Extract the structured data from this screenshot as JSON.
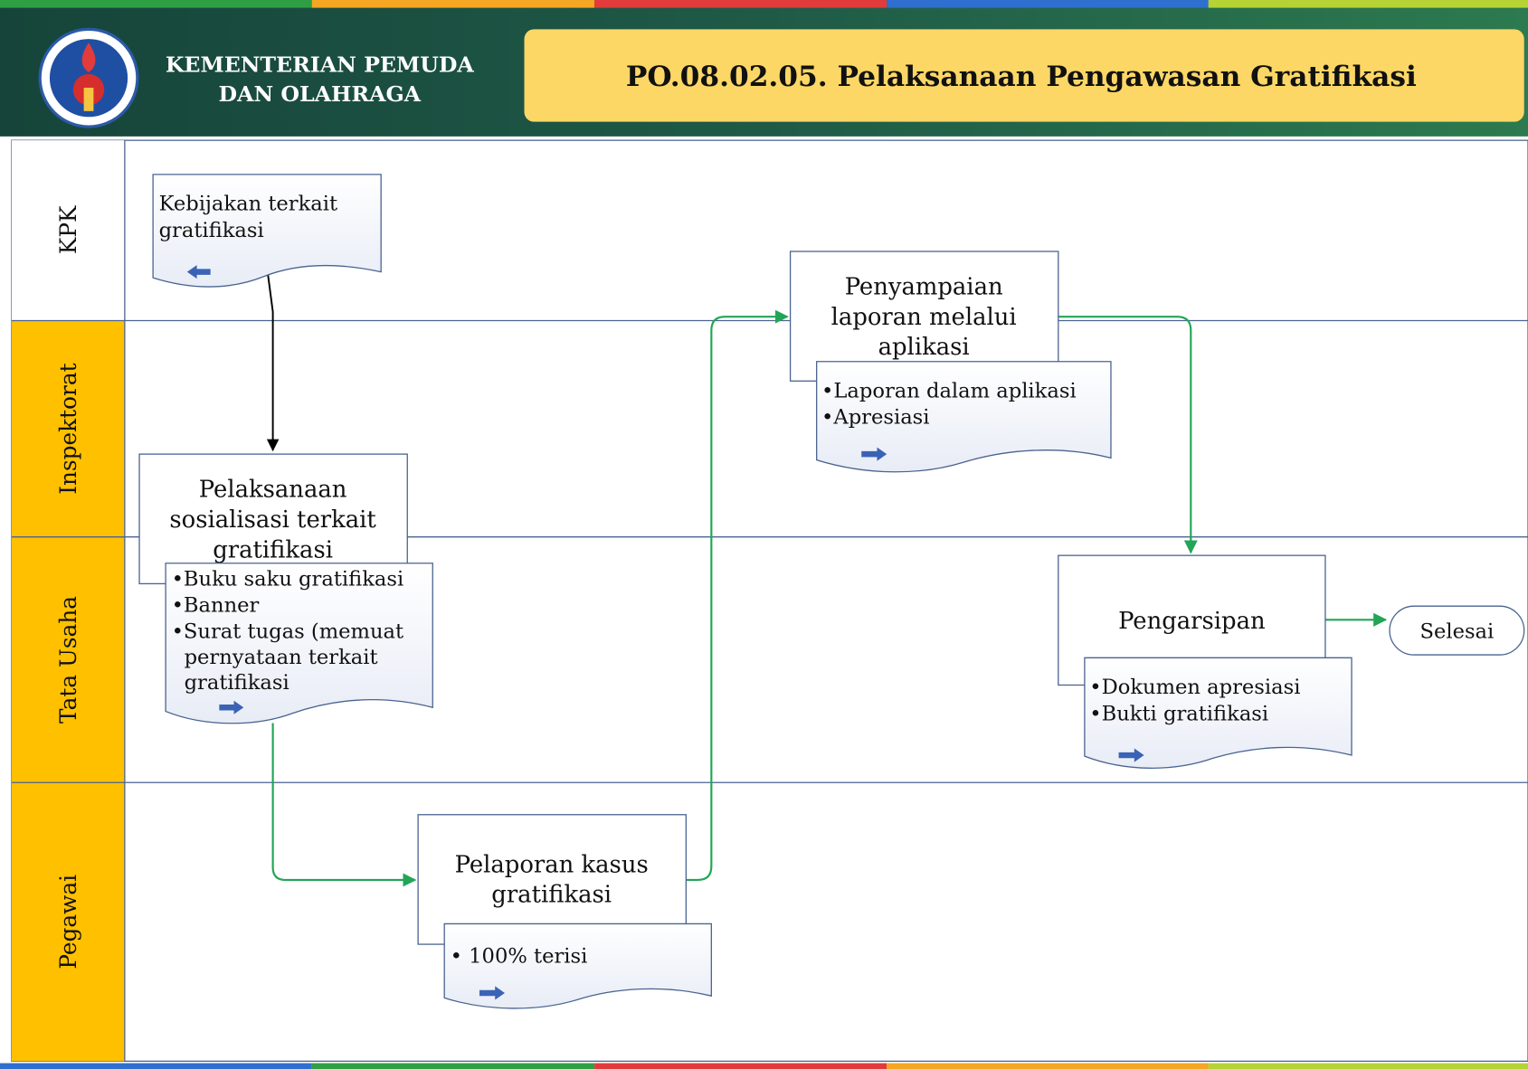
{
  "header": {
    "org_line1": "KEMENTERIAN PEMUDA",
    "org_line2": "DAN OLAHRAGA",
    "title": "PO.08.02.05.  Pelaksanaan  Pengawasan  Gratifikasi",
    "logo": "kemenpora-emblem",
    "colors": {
      "band": "#1e5a46",
      "title_box": "#fcd765",
      "accent_strip": [
        "#e23b3b",
        "#2ea043",
        "#f5a623",
        "#2f6fcf",
        "#b5d334"
      ]
    }
  },
  "lanes": [
    {
      "label": "KPK",
      "color": "#ffffff"
    },
    {
      "label": "Inspektorat",
      "color": "#ffc000"
    },
    {
      "label": "Tata Usaha",
      "color": "#ffc000"
    },
    {
      "label": "Pegawai",
      "color": "#ffc000"
    }
  ],
  "nodes": {
    "kebijakan": {
      "lines": [
        "Kebijakan terkait",
        "gratifikasi"
      ]
    },
    "sosialisasi": {
      "lines": [
        "Pelaksanaan",
        "sosialisasi terkait",
        "gratifikasi"
      ]
    },
    "sosialisasi_doc": {
      "items": [
        "Buku saku gratifikasi",
        "Banner",
        "Surat tugas (memuat"
      ],
      "continuation": [
        "pernyataan terkait",
        "gratifikasi"
      ]
    },
    "pelaporan": {
      "lines": [
        "Pelaporan kasus",
        "gratifikasi"
      ]
    },
    "pelaporan_doc": {
      "items": [
        "100% terisi"
      ]
    },
    "penyampaian": {
      "lines": [
        "Penyampaian",
        "laporan melalui",
        "aplikasi"
      ]
    },
    "penyampaian_doc": {
      "items": [
        "Laporan dalam aplikasi",
        "Apresiasi"
      ]
    },
    "pengarsipan": {
      "lines": [
        "Pengarsipan"
      ]
    },
    "pengarsipan_doc": {
      "items": [
        "Dokumen apresiasi",
        "Bukti gratifikasi"
      ]
    },
    "selesai": {
      "label": "Selesai"
    }
  },
  "flow_colors": {
    "black": "#000000",
    "green": "#22a556",
    "doc_arrow": "#3b63b5",
    "lane_line": "#4a6390"
  }
}
